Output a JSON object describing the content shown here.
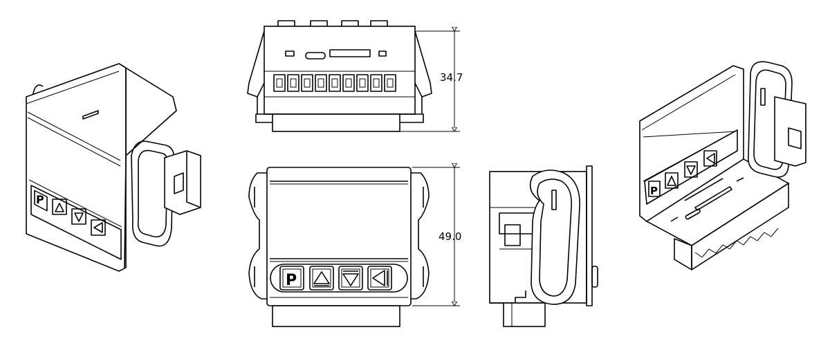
{
  "dimensions": {
    "depth_label": "34.7",
    "height_label": "49.0"
  },
  "buttons": [
    {
      "name": "program",
      "label": "P"
    },
    {
      "name": "up",
      "icon": "triangle-up-icon"
    },
    {
      "name": "down",
      "icon": "triangle-down-icon"
    },
    {
      "name": "left",
      "icon": "triangle-left-icon"
    }
  ],
  "colors": {
    "line": "#000000",
    "background": "#ffffff"
  }
}
